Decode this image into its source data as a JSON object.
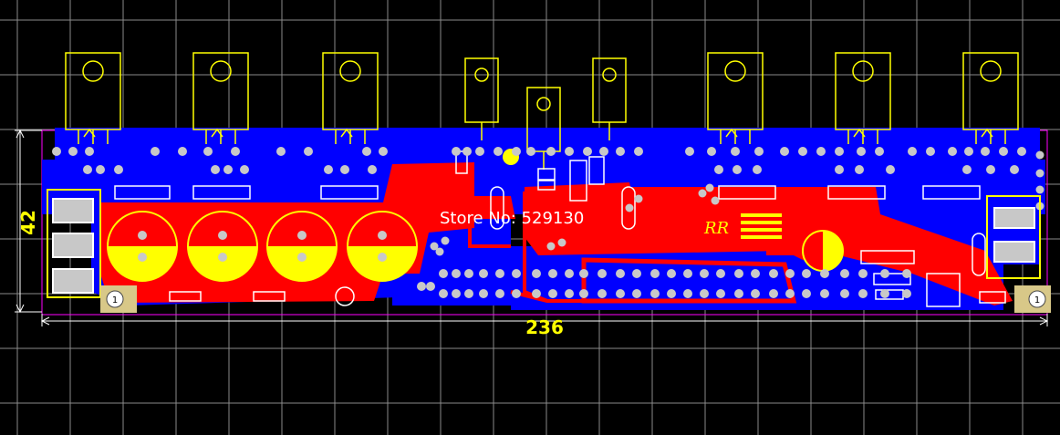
{
  "board": {
    "width_label": "236",
    "height_label": "42",
    "watermark": "Store No: 529130",
    "silk_mark": "RR",
    "mount_hole_label_left": "1",
    "mount_hole_label_right": "1"
  },
  "colors": {
    "background": "#000000",
    "grid": "#8a8a8a",
    "top_copper": "#ff0000",
    "bottom_copper": "#0000ff",
    "silkscreen": "#ffff00",
    "pad": "#c8c8c8",
    "outline": "#ff00ff"
  }
}
